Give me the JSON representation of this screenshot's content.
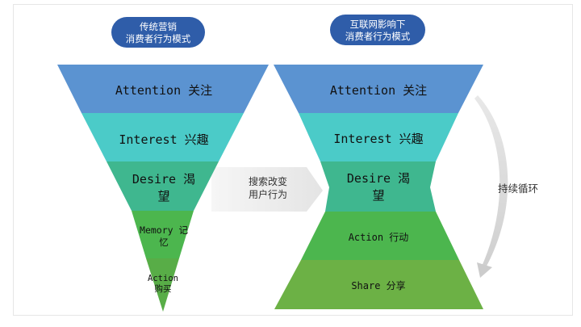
{
  "left_model": {
    "title_line1": "传统营销",
    "title_line2": "消费者行为模式",
    "stages": {
      "attention": "Attention 关注",
      "interest": "Interest 兴趣",
      "desire_line1": "Desire 渴",
      "desire_line2": "望",
      "memory_line1": "Memory 记",
      "memory_line2": "忆",
      "action_line1": "Action",
      "action_line2": "购买"
    }
  },
  "right_model": {
    "title_line1": "互联网影响下",
    "title_line2": "消费者行为模式",
    "stages": {
      "attention": "Attention 关注",
      "interest": "Interest 兴趣",
      "desire_line1": "Desire 渴",
      "desire_line2": "望",
      "action": "Action 行动",
      "share": "Share 分享"
    }
  },
  "transition": {
    "line1": "搜索改变",
    "line2": "用户行为"
  },
  "cycle_label": "持续循环",
  "colors": {
    "pill": "#2f5da9",
    "attention": "#5b93d1",
    "interest": "#4bcbc8",
    "desire": "#3fb78f",
    "memory": "#4cb64e",
    "action": "#58ad47",
    "share": "#6cb145",
    "arrow": "#e9e9e9"
  }
}
